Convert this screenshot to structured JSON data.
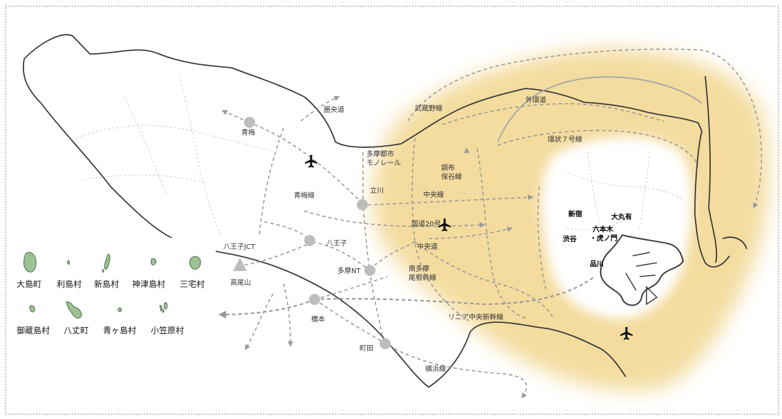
{
  "map": {
    "expressways": {
      "ken_o_do": "圏央道",
      "gaikan_do": "外環道",
      "kanjo_7": "環状７号線"
    },
    "lines": {
      "musashino": "武蔵野線",
      "tama_monorail": [
        "多摩都市",
        "モノレール"
      ],
      "chofu_hoya": [
        "調布",
        "保谷線"
      ],
      "ome_line": "青梅線",
      "chuo_line": "中央線",
      "route20": "国道20号",
      "chuo_do": "中央道",
      "minami_tama": [
        "南多摩",
        "尾根幹線"
      ],
      "linear": "リニア中央新幹線",
      "yokohama": "横浜線"
    },
    "places": {
      "ome": "青梅",
      "tachikawa": "立川",
      "hachioji": "八王子",
      "hachioji_jct": "八王子JCT",
      "takaosan": "高尾山",
      "tama_nt": "多摩NT",
      "hashimoto": "橋本",
      "machida": "町田"
    },
    "core": {
      "shinjuku": "新宿",
      "marunouchi": "大丸有",
      "roppongi": [
        "六本木",
        "・虎ノ門"
      ],
      "shibuya": "渋谷",
      "shinagawa": "品川"
    },
    "islands": [
      {
        "name": "大島町",
        "icon": "island-oshima"
      },
      {
        "name": "利島村",
        "icon": "island-toshima"
      },
      {
        "name": "新島村",
        "icon": "island-niijima"
      },
      {
        "name": "神津島村",
        "icon": "island-kozushima"
      },
      {
        "name": "三宅村",
        "icon": "island-miyake"
      },
      {
        "name": "御蔵島村",
        "icon": "island-mikurajima"
      },
      {
        "name": "八丈町",
        "icon": "island-hachijo"
      },
      {
        "name": "青ヶ島村",
        "icon": "island-aogashima"
      },
      {
        "name": "小笠原村",
        "icon": "island-ogasawara"
      }
    ],
    "colors": {
      "zone_fill": "#f3d995",
      "border": "#3a3a3a",
      "route": "#9a9a9a",
      "gaikan": "#a9a9a9",
      "node": "#bdbdbd",
      "island_fill": "#9dc394",
      "island_stroke": "#4a6a46"
    }
  }
}
